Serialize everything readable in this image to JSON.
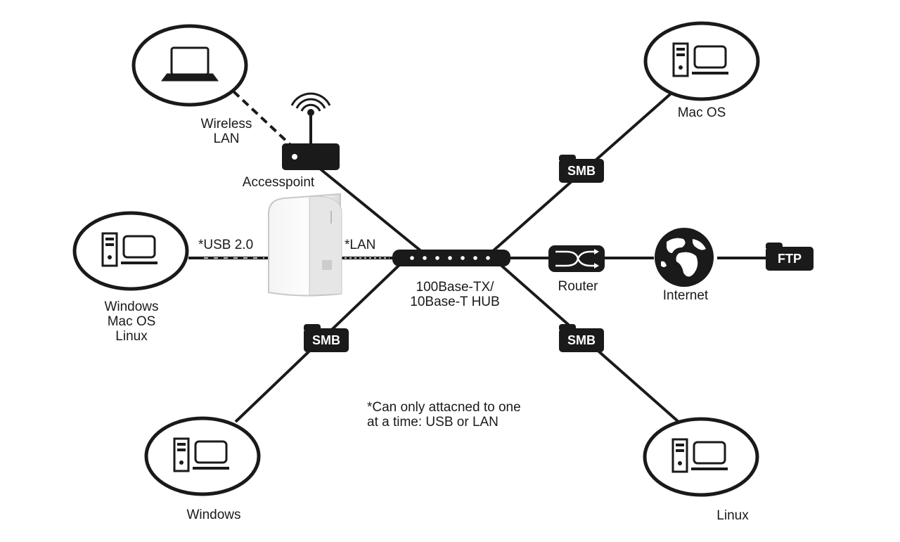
{
  "nodes": {
    "wireless_laptop_label_1": "Wireless",
    "wireless_laptop_label_2": "LAN",
    "accesspoint": "Accesspoint",
    "usb_link": "*USB 2.0",
    "lan_link": "*LAN",
    "usb_client_1": "Windows",
    "usb_client_2": "Mac OS",
    "usb_client_3": "Linux",
    "hub_1": "100Base-TX/",
    "hub_2": "10Base-T HUB",
    "router": "Router",
    "internet": "Internet",
    "mac": "Mac OS",
    "windows": "Windows",
    "linux": "Linux"
  },
  "tags": {
    "smb_mac": "SMB",
    "smb_windows": "SMB",
    "smb_linux": "SMB",
    "ftp": "FTP"
  },
  "note": {
    "line1": "*Can only attacned to one",
    "line2": "at a time: USB or LAN"
  },
  "colors": {
    "ink": "#1a1a1a",
    "background": "#ffffff"
  }
}
